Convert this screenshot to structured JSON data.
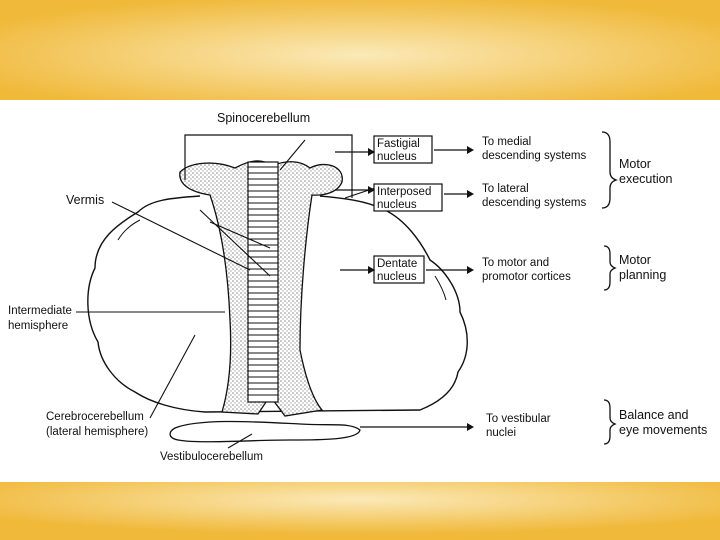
{
  "colors": {
    "band_gold": "#f0b93a",
    "band_light": "#fbe9b8",
    "stipple": "#8a8a8a",
    "ink": "#111111"
  },
  "diagram": {
    "top_label": "Spinocerebellum",
    "left_labels": {
      "vermis": "Vermis",
      "intermediate": [
        "Intermediate",
        "hemisphere"
      ],
      "cerebrocerebellum": [
        "Cerebrocerebellum",
        "(lateral hemisphere)"
      ],
      "vestibulocerebellum": "Vestibulocerebellum"
    },
    "nuclei": [
      {
        "lines": [
          "Fastigial",
          "nucleus"
        ]
      },
      {
        "lines": [
          "Interposed",
          "nucleus"
        ]
      },
      {
        "lines": [
          "Dentate",
          "nucleus"
        ]
      }
    ],
    "targets": [
      {
        "lines": [
          "To medial",
          "descending systems"
        ]
      },
      {
        "lines": [
          "To lateral",
          "descending systems"
        ]
      },
      {
        "lines": [
          "To motor and",
          "promotor cortices"
        ]
      },
      {
        "lines": [
          "To vestibular",
          "nuclei"
        ]
      }
    ],
    "functions": [
      {
        "lines": [
          "Motor",
          "execution"
        ]
      },
      {
        "lines": [
          "Motor",
          "planning"
        ]
      },
      {
        "lines": [
          "Balance and",
          "eye movements"
        ]
      }
    ]
  }
}
